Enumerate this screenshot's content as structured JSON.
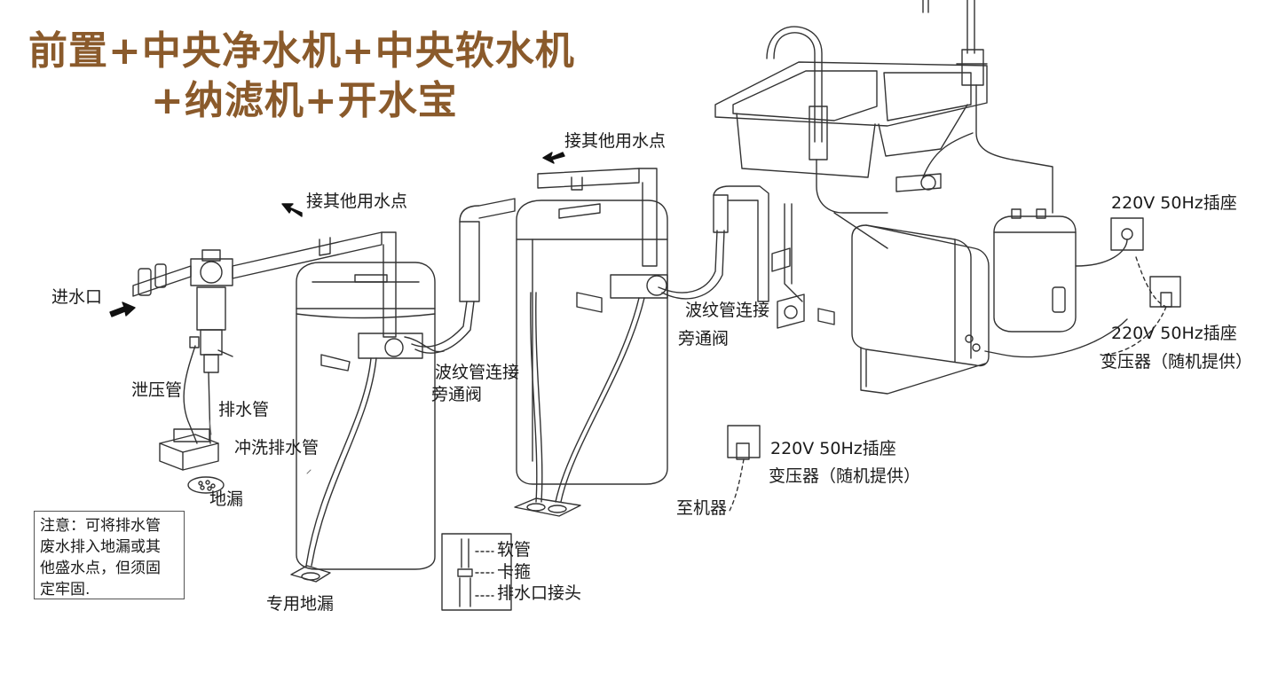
{
  "title": {
    "line1": "前置+中央净水机+中央软水机",
    "line2": "+纳滤机+开水宝"
  },
  "labels": {
    "inlet": "进水口",
    "other_point_1": "接其他用水点",
    "other_point_2": "接其他用水点",
    "relief_pipe": "泄压管",
    "drain_pipe": "排水管",
    "flush_drain_pipe": "冲洗排水管",
    "floor_drain": "地漏",
    "dedicated_drain": "专用地漏",
    "bellows_1": "波纹管连接",
    "bypass_1": "旁通阀",
    "bellows_2": "波纹管连接",
    "bypass_2": "旁通阀",
    "hose": "软管",
    "clamp": "卡箍",
    "drain_joint": "排水口接头",
    "socket_1": "220V 50Hz插座",
    "socket_2": "220V 50Hz插座",
    "transformer_2": "变压器（随机提供）",
    "socket_3": "220V 50Hz插座",
    "transformer_3": "变压器（随机提供）",
    "to_machine": "至机器"
  },
  "note": {
    "line1": "注意：可将排水管",
    "line2": "废水排入地漏或其",
    "line3": "他盛水点，但须固",
    "line4": "定牢固."
  },
  "colors": {
    "title": "#8a5a2b",
    "line": "#333333"
  }
}
